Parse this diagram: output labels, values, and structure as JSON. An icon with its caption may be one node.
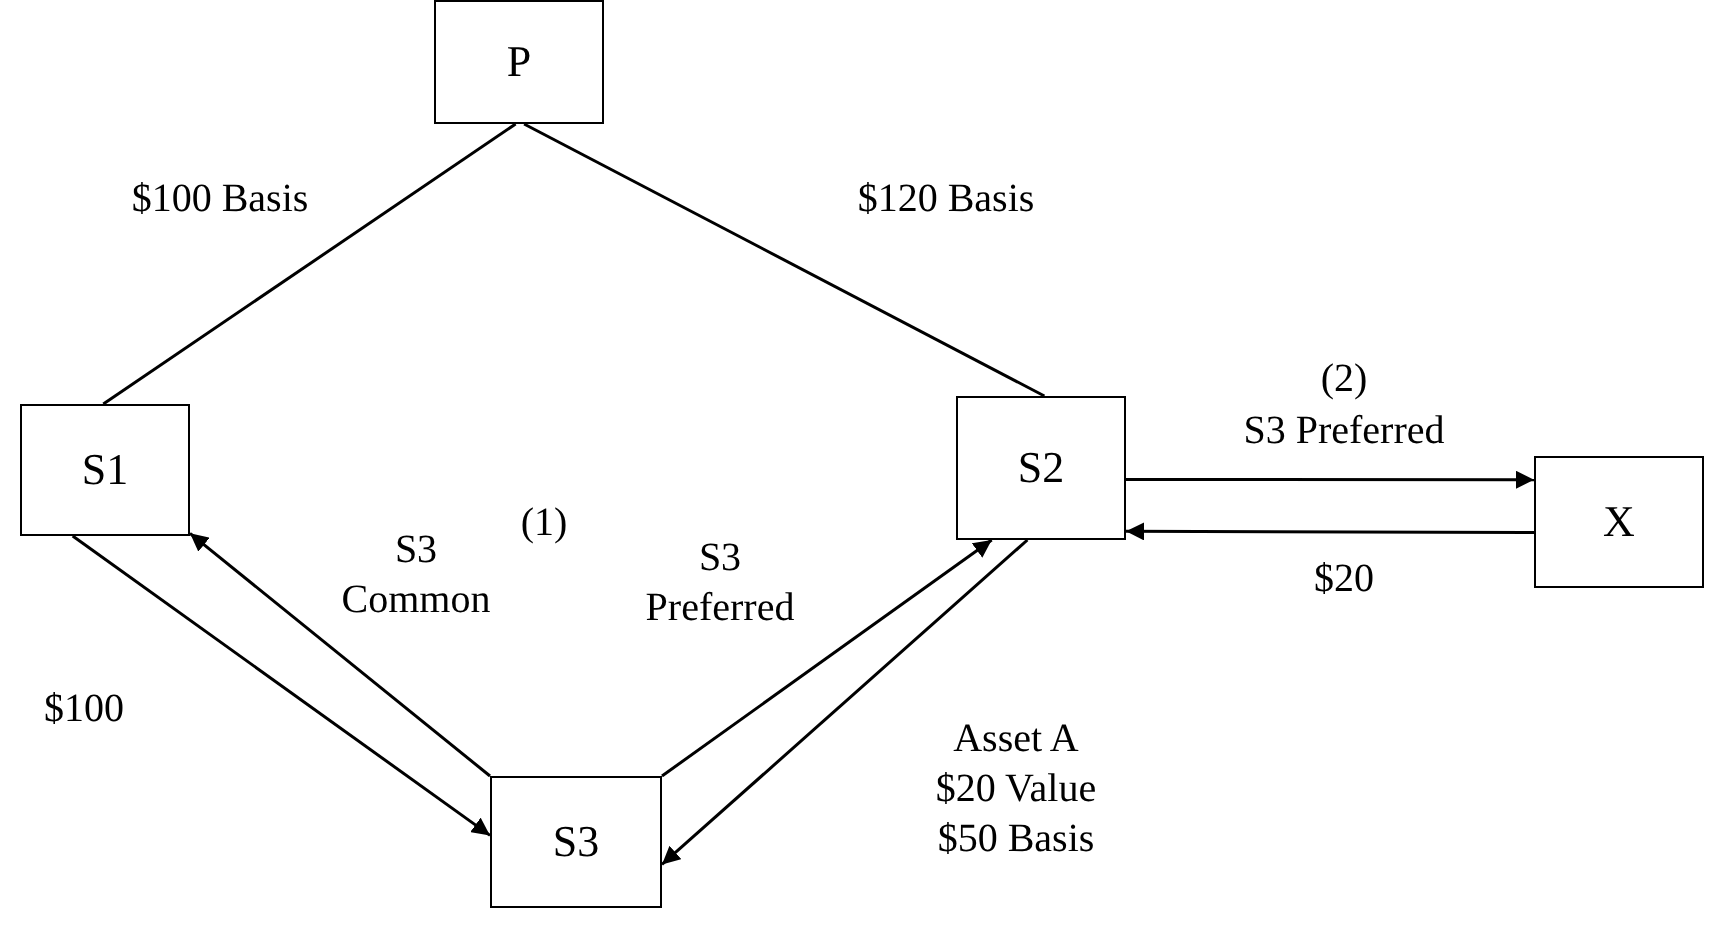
{
  "diagram": {
    "nodes": [
      {
        "text": [
          "P"
        ]
      },
      {
        "text": [
          "S1"
        ]
      },
      {
        "text": [
          "S2"
        ]
      },
      {
        "text": [
          "X"
        ]
      },
      {
        "text": [
          "S3"
        ]
      }
    ],
    "edges": [
      {
        "from": 0,
        "to": 1,
        "arrow": "none",
        "label": "$100 Basis"
      },
      {
        "from": 0,
        "to": 2,
        "arrow": "none",
        "label": "$120 Basis"
      },
      {
        "from": 1,
        "to": 4,
        "arrow": "to",
        "label": "$100"
      },
      {
        "from": 4,
        "to": 1,
        "arrow": "to",
        "label": "S3 Common"
      },
      {
        "from": 4,
        "to": 2,
        "arrow": "to",
        "label": "S3 Preferred"
      },
      {
        "from": 2,
        "to": 4,
        "arrow": "to",
        "label": "Asset A $20 Value $50 Basis"
      },
      {
        "from": 2,
        "to": 3,
        "arrow": "to",
        "label": "S3 Preferred"
      },
      {
        "from": 3,
        "to": 2,
        "arrow": "to",
        "label": "$20"
      }
    ],
    "labels": [
      "(1)",
      "(2)"
    ]
  }
}
